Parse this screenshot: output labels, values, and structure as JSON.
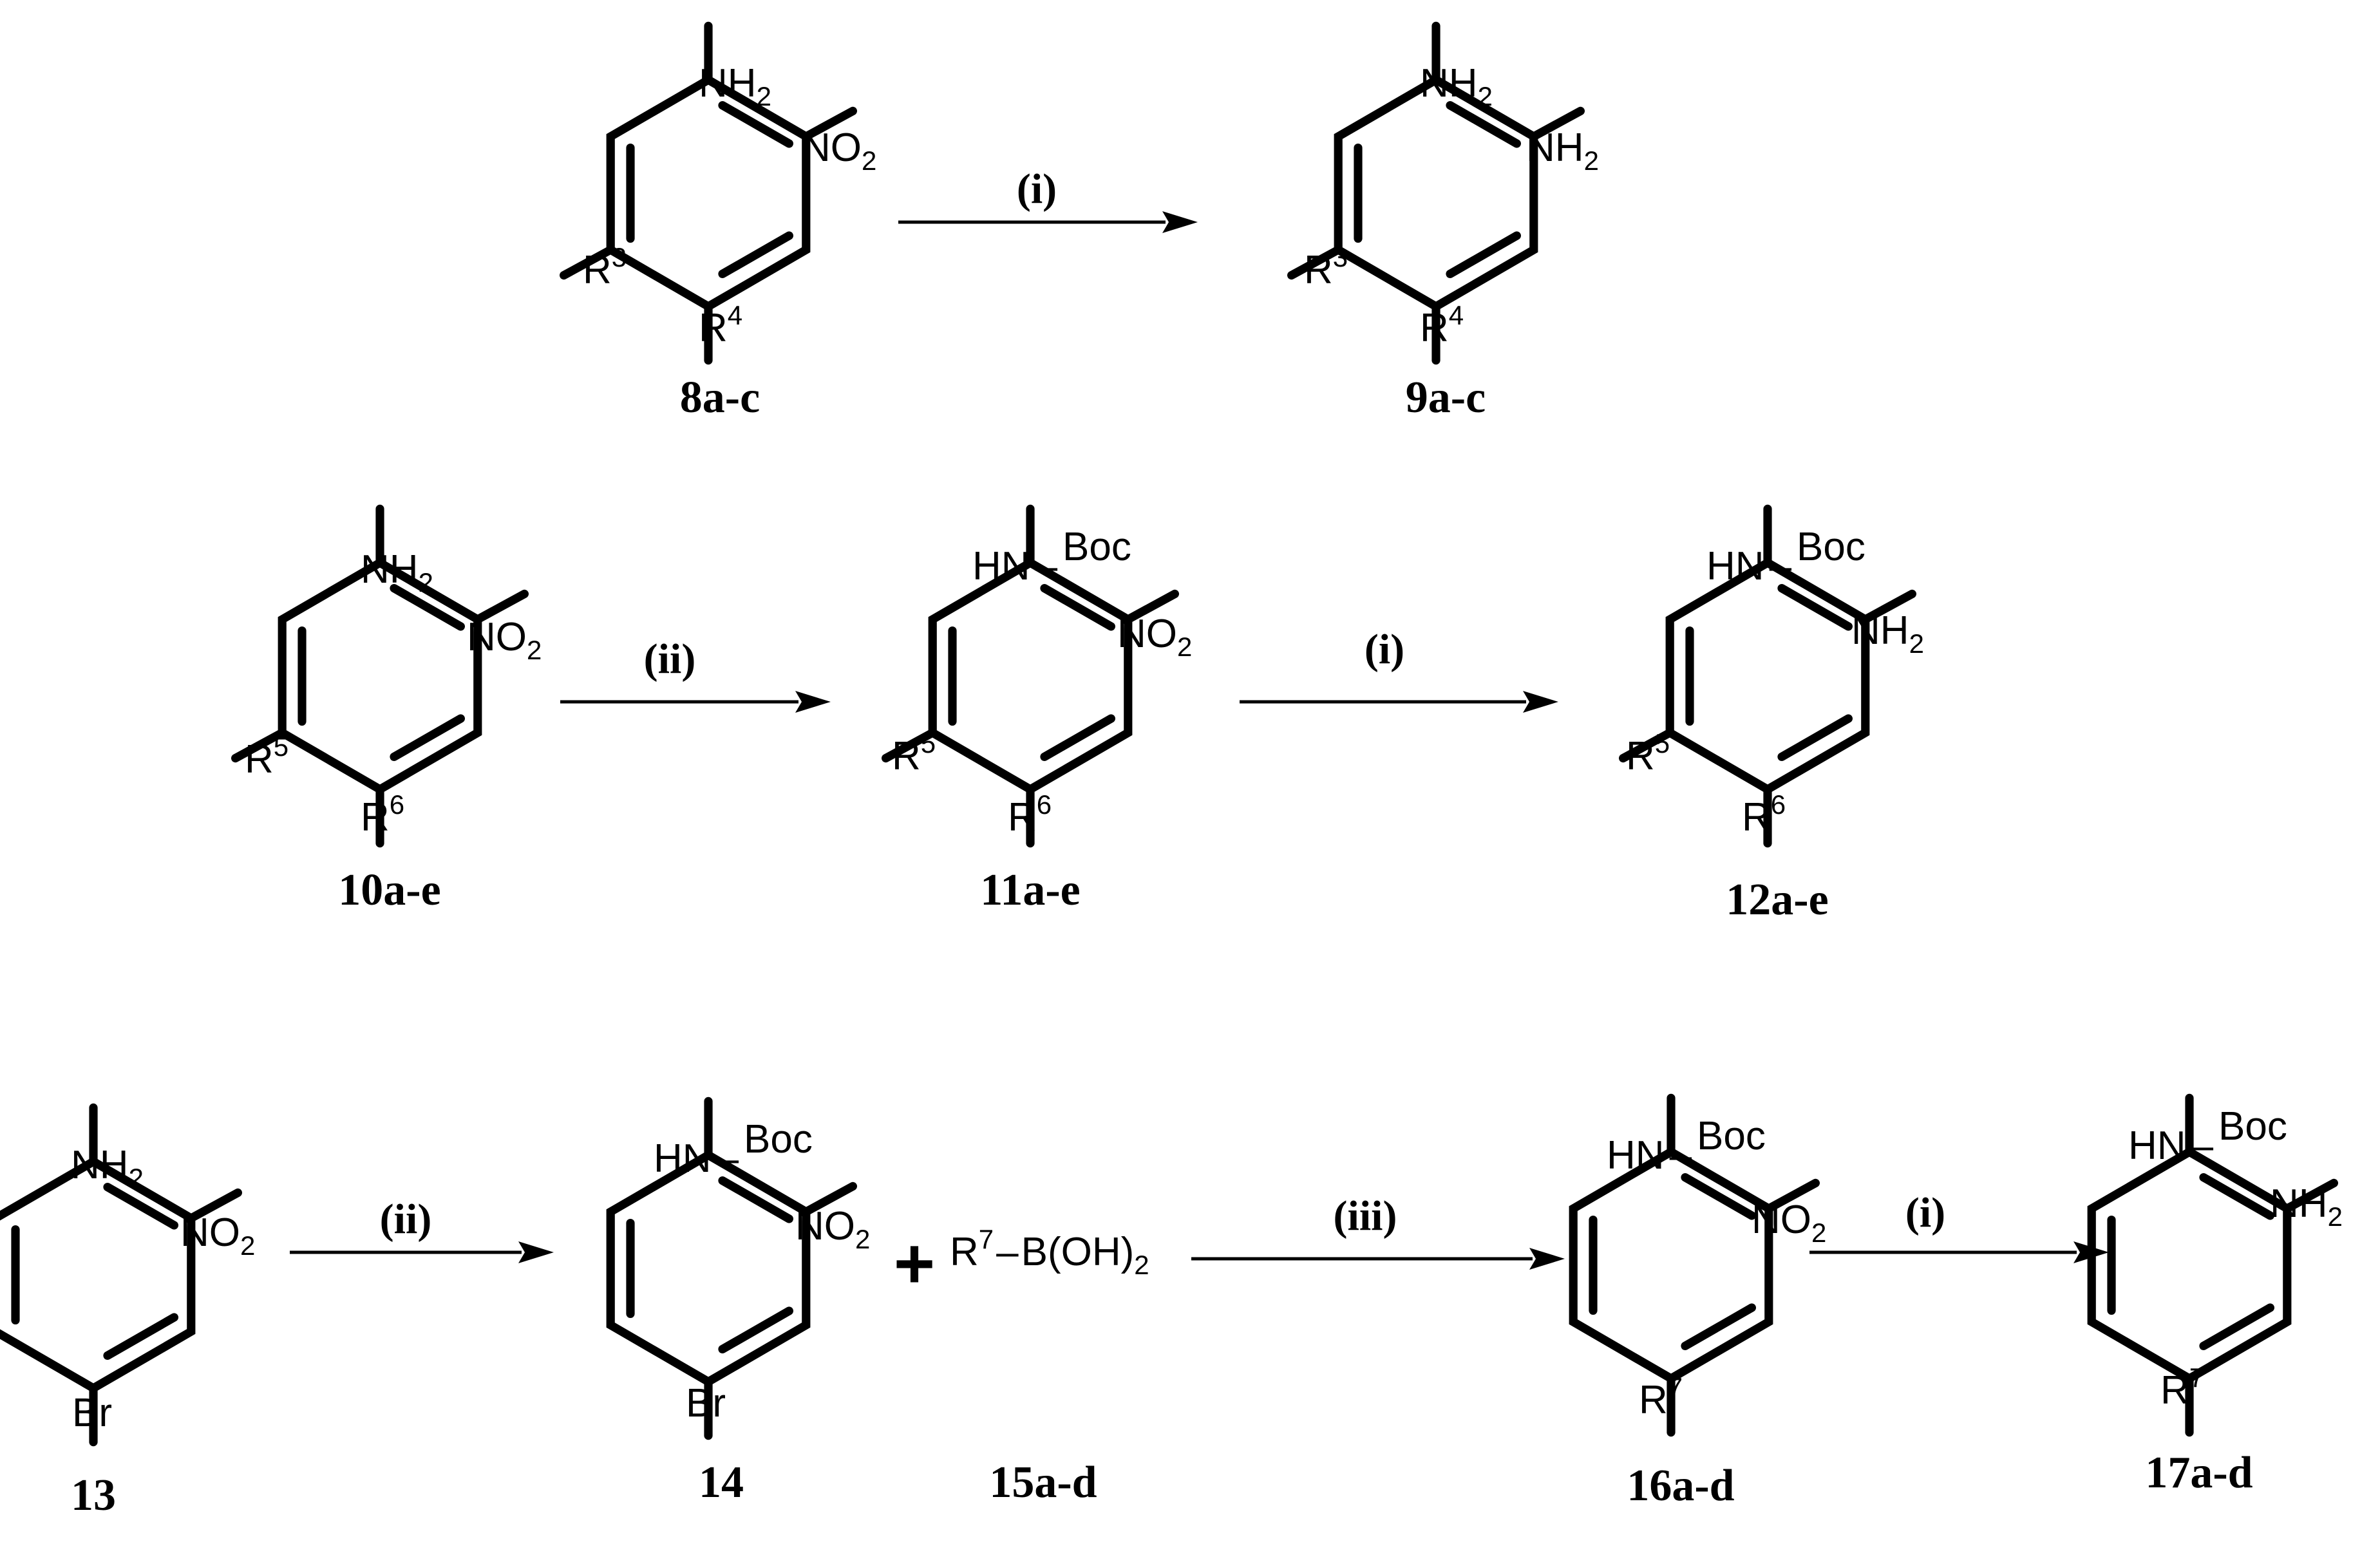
{
  "atoms": {
    "nh2": [
      "NH",
      "2"
    ],
    "no2": [
      "NO",
      "2"
    ],
    "boc_hn": [
      "HN",
      "Boc"
    ],
    "br": "Br",
    "r3": [
      "R",
      "3"
    ],
    "r4": [
      "R",
      "4"
    ],
    "r5": [
      "R",
      "5"
    ],
    "r6": [
      "R",
      "6"
    ],
    "r7": [
      "R",
      "7"
    ],
    "boronic": [
      "B(OH)",
      "2"
    ]
  },
  "conditions": {
    "i": "(i)",
    "ii": "(ii)",
    "iii": "(iii)"
  },
  "labels": {
    "c8": "8a-c",
    "c9": "9a-c",
    "c10": "10a-e",
    "c11": "11a-e",
    "c12": "12a-e",
    "c13": "13",
    "c14": "14",
    "c15": "15a-d",
    "c16": "16a-d",
    "c17": "17a-d"
  },
  "plus": "+"
}
